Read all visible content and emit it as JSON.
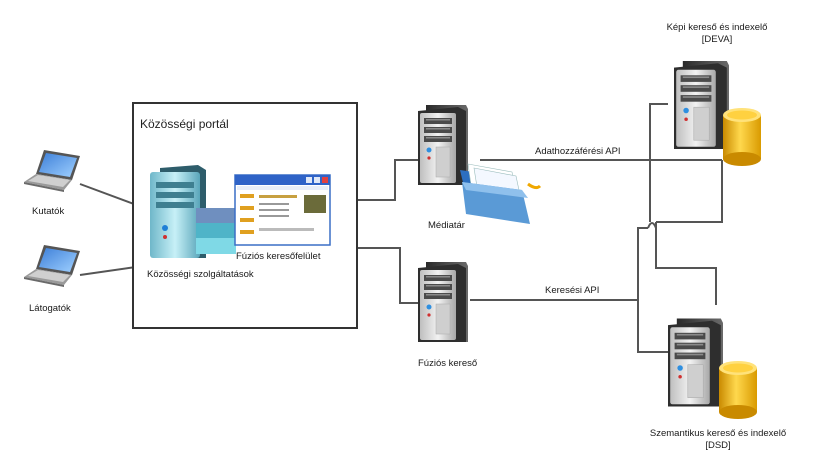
{
  "portal": {
    "title": "Közösségi portál"
  },
  "nodes": {
    "kutatok": "Kutatók",
    "latogatok": "Látogatók",
    "kozossegi_szolgaltatasok": "Közösségi szolgáltatások",
    "fuzios_keresofelulet": "Fúziós keresőfelület",
    "mediatar": "Médiatár",
    "fuzios_kereso": "Fúziós kereső",
    "kepi_kereso": [
      "Képi kereső és indexelő",
      "[DEVA]"
    ],
    "szemantikus_kereso": [
      "Szemantikus kereső és indexelő",
      "[DSD]"
    ]
  },
  "edges": {
    "adathozzaferesi_api": "Adathozzáférési API",
    "keresesi_api": "Keresési API"
  },
  "icons": {
    "laptop": "laptop-icon",
    "server": "server-tower-icon",
    "database": "database-cylinder-icon",
    "folder": "folder-documents-icon",
    "window": "browser-window-icon"
  },
  "colors": {
    "line": "#555555",
    "portal_border": "#333333",
    "server_body": "#d9d9d9",
    "server_dark": "#3a3a3a",
    "database": "#f0b400",
    "portal_server": "#8fd3de",
    "window_title": "#2f63c7",
    "folder": "#5a9ad6"
  }
}
